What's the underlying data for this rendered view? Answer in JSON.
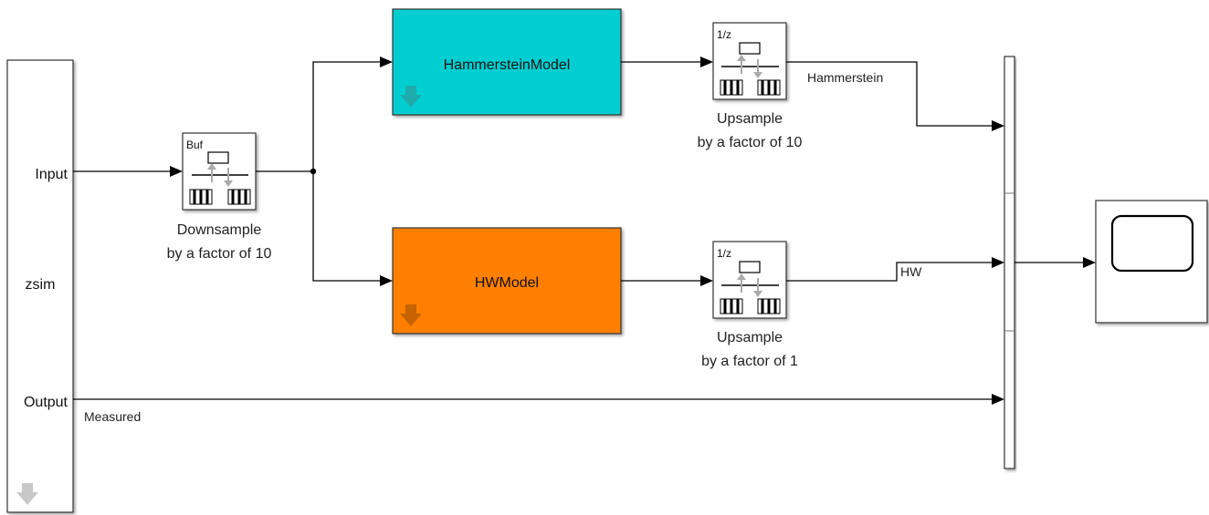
{
  "source_block": {
    "name": "zsim",
    "ports": {
      "input": "Input",
      "output": "Output"
    }
  },
  "downsample": {
    "icon_text": "Buf",
    "caption_line1": "Downsample",
    "caption_line2": "by a factor of 10"
  },
  "hammerstein_model": {
    "label": "HammersteinModel",
    "color": "#00CED1"
  },
  "hw_model": {
    "label": "HWModel",
    "color": "#FF8000"
  },
  "upsample_top": {
    "icon_text": "1/z",
    "caption_line1": "Upsample",
    "caption_line2": "by a factor of 10"
  },
  "upsample_bottom": {
    "icon_text": "1/z",
    "caption_line1": "Upsample",
    "caption_line2": "by a factor of 1"
  },
  "signals": {
    "hammerstein": "Hammerstein",
    "hw": "HW",
    "measured": "Measured"
  },
  "icons": {
    "scope": "scope-icon",
    "down_arrow": "down-arrow-icon"
  }
}
